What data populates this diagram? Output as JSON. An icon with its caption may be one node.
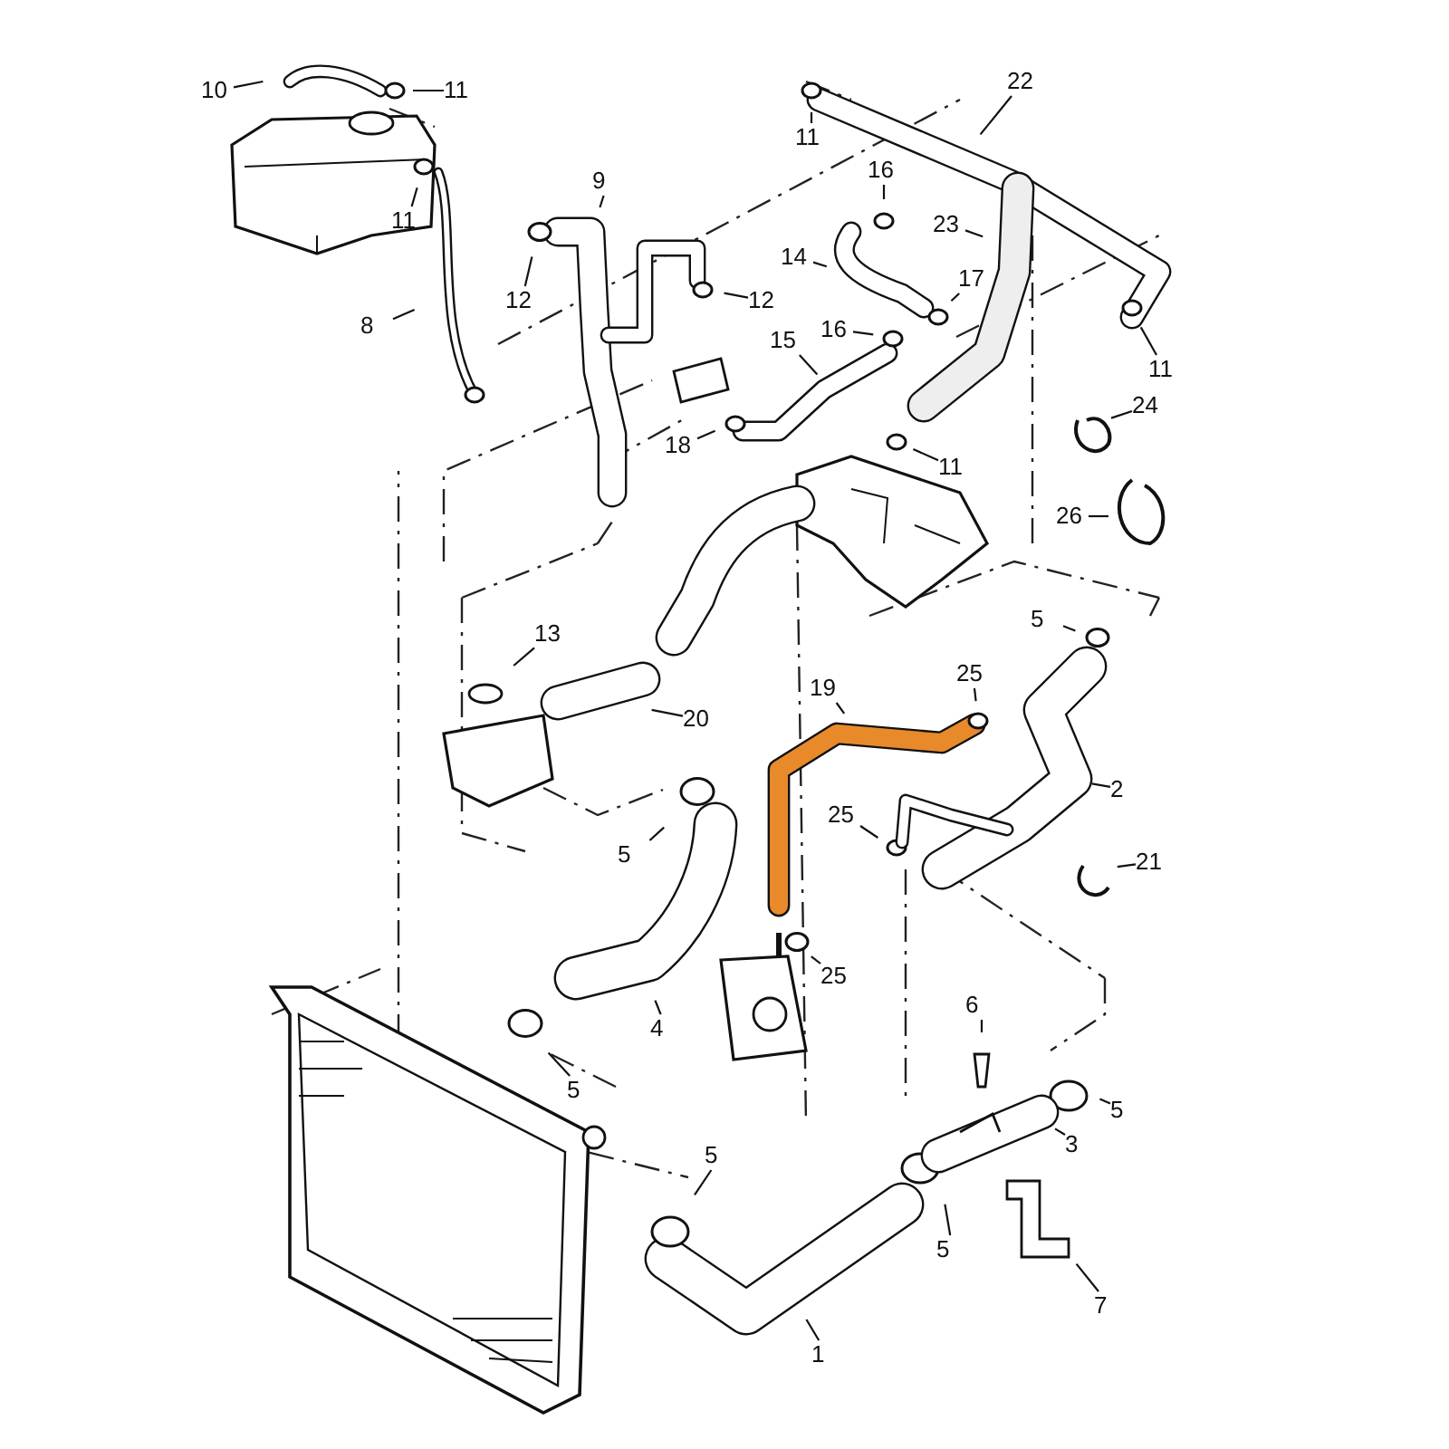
{
  "diagram": {
    "nodes": [
      {
        "text": [
          "10"
        ]
      },
      {
        "text": [
          "11"
        ]
      },
      {
        "text": [
          "11"
        ]
      },
      {
        "text": [
          "8"
        ]
      },
      {
        "text": [
          "9"
        ]
      },
      {
        "text": [
          "12"
        ]
      },
      {
        "text": [
          "12"
        ]
      },
      {
        "text": [
          "11"
        ]
      },
      {
        "text": [
          "22"
        ]
      },
      {
        "text": [
          "16"
        ]
      },
      {
        "text": [
          "14"
        ]
      },
      {
        "text": [
          "23"
        ]
      },
      {
        "text": [
          "17"
        ]
      },
      {
        "text": [
          "16"
        ]
      },
      {
        "text": [
          "11"
        ]
      },
      {
        "text": [
          "15"
        ]
      },
      {
        "text": [
          "18"
        ]
      },
      {
        "text": [
          "11"
        ]
      },
      {
        "text": [
          "24"
        ]
      },
      {
        "text": [
          "26"
        ]
      },
      {
        "text": [
          "5"
        ]
      },
      {
        "text": [
          "13"
        ]
      },
      {
        "text": [
          "19"
        ]
      },
      {
        "text": [
          "25"
        ]
      },
      {
        "text": [
          "20"
        ]
      },
      {
        "text": [
          "2"
        ]
      },
      {
        "text": [
          "5"
        ]
      },
      {
        "text": [
          "25"
        ]
      },
      {
        "text": [
          "21"
        ]
      },
      {
        "text": [
          "25"
        ]
      },
      {
        "text": [
          "4"
        ]
      },
      {
        "text": [
          "6"
        ]
      },
      {
        "text": [
          "5"
        ]
      },
      {
        "text": [
          "5"
        ]
      },
      {
        "text": [
          "3"
        ]
      },
      {
        "text": [
          "5"
        ]
      },
      {
        "text": [
          "5"
        ]
      },
      {
        "text": [
          "7"
        ]
      },
      {
        "text": [
          "1"
        ]
      }
    ],
    "edges": [
      {
        "from": 0,
        "to": null,
        "arrow": "none"
      },
      {
        "from": 1,
        "to": null,
        "arrow": "none"
      },
      {
        "from": 2,
        "to": null,
        "arrow": "none"
      },
      {
        "from": 3,
        "to": null,
        "arrow": "none"
      },
      {
        "from": 4,
        "to": null,
        "arrow": "none"
      },
      {
        "from": 5,
        "to": null,
        "arrow": "none"
      },
      {
        "from": 6,
        "to": null,
        "arrow": "none"
      },
      {
        "from": 7,
        "to": null,
        "arrow": "none"
      },
      {
        "from": 8,
        "to": null,
        "arrow": "none"
      },
      {
        "from": 9,
        "to": null,
        "arrow": "none"
      },
      {
        "from": 10,
        "to": null,
        "arrow": "none"
      },
      {
        "from": 11,
        "to": null,
        "arrow": "none"
      },
      {
        "from": 12,
        "to": null,
        "arrow": "none"
      },
      {
        "from": 13,
        "to": null,
        "arrow": "none"
      },
      {
        "from": 14,
        "to": null,
        "arrow": "none"
      },
      {
        "from": 15,
        "to": null,
        "arrow": "none"
      },
      {
        "from": 16,
        "to": null,
        "arrow": "none"
      },
      {
        "from": 17,
        "to": null,
        "arrow": "none"
      },
      {
        "from": 18,
        "to": null,
        "arrow": "none"
      },
      {
        "from": 19,
        "to": null,
        "arrow": "none"
      },
      {
        "from": 20,
        "to": null,
        "arrow": "none"
      },
      {
        "from": 21,
        "to": null,
        "arrow": "none"
      },
      {
        "from": 22,
        "to": null,
        "arrow": "none"
      },
      {
        "from": 23,
        "to": null,
        "arrow": "none"
      },
      {
        "from": 24,
        "to": null,
        "arrow": "none"
      },
      {
        "from": 25,
        "to": null,
        "arrow": "none"
      },
      {
        "from": 26,
        "to": null,
        "arrow": "none"
      },
      {
        "from": 27,
        "to": null,
        "arrow": "none"
      },
      {
        "from": 28,
        "to": null,
        "arrow": "none"
      },
      {
        "from": 29,
        "to": null,
        "arrow": "none"
      },
      {
        "from": 30,
        "to": null,
        "arrow": "none"
      },
      {
        "from": 31,
        "to": null,
        "arrow": "none"
      },
      {
        "from": 32,
        "to": null,
        "arrow": "none"
      },
      {
        "from": 33,
        "to": null,
        "arrow": "none"
      },
      {
        "from": 34,
        "to": null,
        "arrow": "none"
      },
      {
        "from": 35,
        "to": null,
        "arrow": "none"
      },
      {
        "from": 36,
        "to": null,
        "arrow": "none"
      },
      {
        "from": 37,
        "to": null,
        "arrow": "none"
      },
      {
        "from": 38,
        "to": null,
        "arrow": "none"
      }
    ]
  }
}
